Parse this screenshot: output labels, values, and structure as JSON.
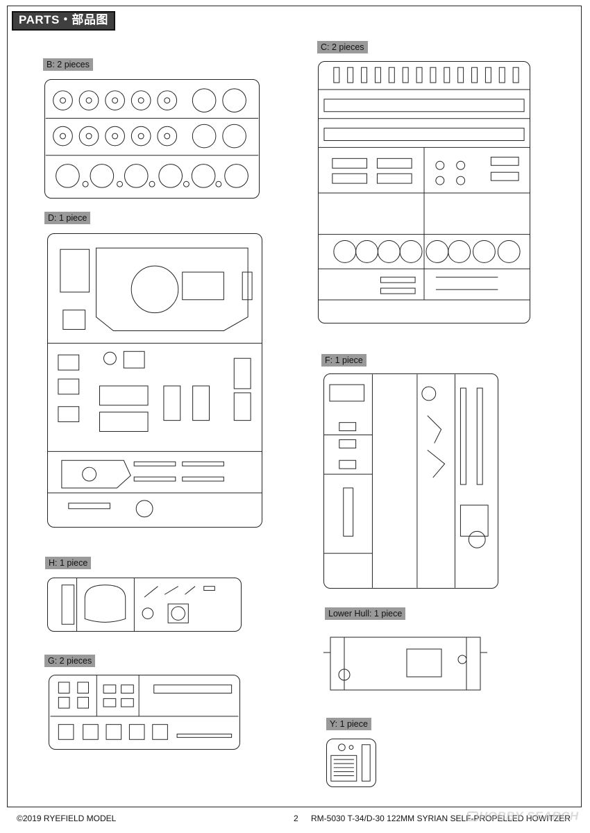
{
  "page": {
    "title": "PARTS・部品图",
    "footer_copyright": "©2019 RYEFIELD MODEL",
    "footer_page": "2",
    "footer_product": "RM-5030 T-34/D-30 122MM SYRIAN SELF-PROPELLED HOWITZER",
    "watermark": "HOBBY SEARCH"
  },
  "sprues": [
    {
      "id": "B",
      "label": "B: 2 pieces"
    },
    {
      "id": "C",
      "label": "C: 2 pieces"
    },
    {
      "id": "D",
      "label": "D: 1 piece"
    },
    {
      "id": "F",
      "label": "F: 1 piece"
    },
    {
      "id": "H",
      "label": "H: 1 piece"
    },
    {
      "id": "LowerHull",
      "label": "Lower Hull: 1 piece"
    },
    {
      "id": "G",
      "label": "G: 2 pieces"
    },
    {
      "id": "Y",
      "label": "Y: 1 piece"
    }
  ]
}
